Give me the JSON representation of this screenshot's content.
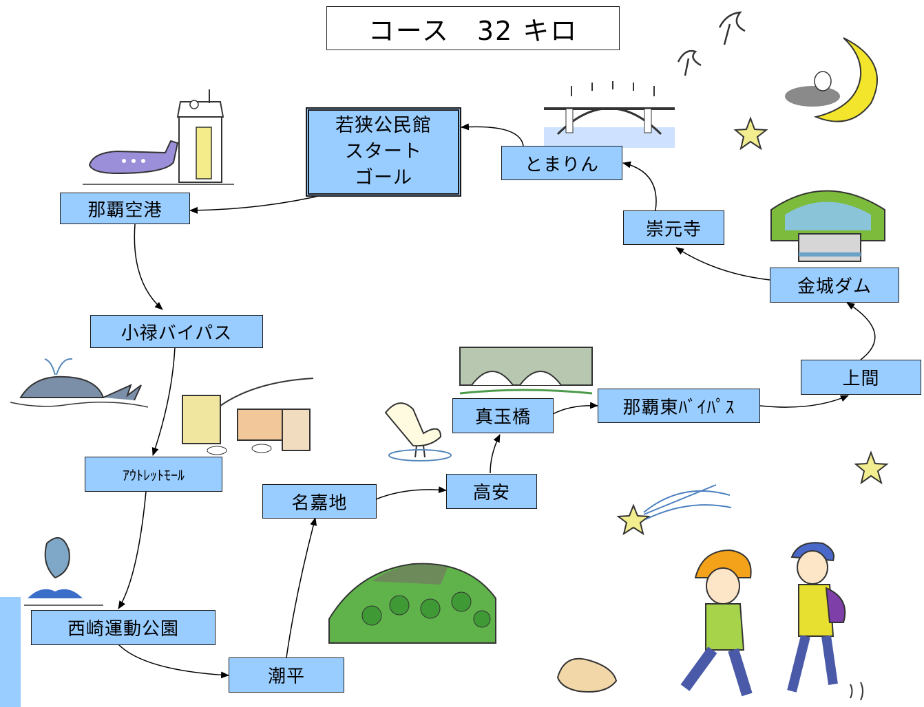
{
  "title": "コース　32 キロ",
  "start": {
    "line1": "若狭公民館",
    "line2": "スタート",
    "line3": "ゴール"
  },
  "stops": {
    "naha_airport": "那覇空港",
    "oroku_bypass": "小禄バイパス",
    "outlet_mall": "ｱｳﾄﾚｯﾄﾓｰﾙ",
    "nishizaki_park": "西崎運動公園",
    "shiohira": "潮平",
    "nakachi": "名嘉地",
    "takayasu": "高安",
    "madama_bridge": "真玉橋",
    "naha_east_bypass": "那覇東ﾊﾞｲﾊﾟｽ",
    "uema": "上間",
    "kinjo_dam": "金城ダム",
    "sogenji": "崇元寺",
    "tomarin": "とまりん"
  },
  "colors": {
    "box_fill": "#99ccff",
    "border": "#1a1a1a",
    "arrow": "#000000"
  }
}
